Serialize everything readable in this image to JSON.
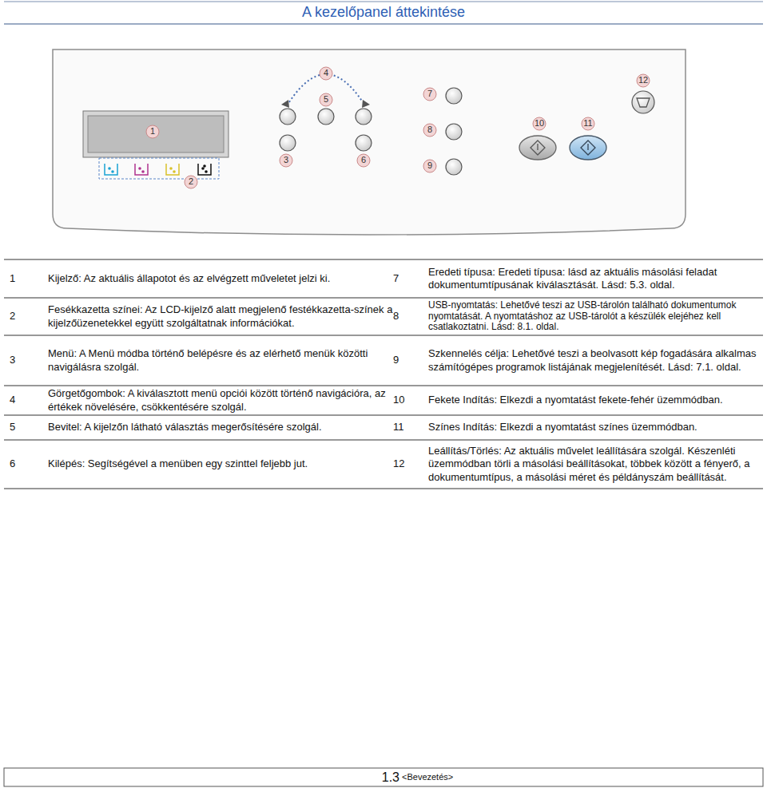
{
  "diagram": {
    "title": "A kezelőpanel áttekintése",
    "labels": [
      "4",
      "12",
      "5",
      "7",
      "1",
      "10",
      "11",
      "8",
      "3",
      "6",
      "9",
      "2",
      "1",
      "Kijelző: Az aktuális állapotot és az elvégzett műveletet jelzi ki.",
      "7",
      "Eredeti típusa: Eredeti típusa: lásd az aktuális másolási feladat dokumentumtípusának kiválasztását. Lásd: 5.3. oldal.",
      "2",
      "Fesékkazetta színei: Az LCD-kijelző alatt megjelenő festékkazetta-színek a kijelzőüzenetekkel együtt szolgáltatnak információkat.",
      "8",
      "USB-nyomtatás: Lehetővé teszi az USB-tárolón található dokumentumok nyomtatását. A nyomtatáshoz az USB-tárolót a készülék elejéhez kell csatlakoztatni. Lásd: 8.1. oldal.",
      "3",
      "Menü: A Menü módba történő belépésre és az elérhető menük közötti navigálásra szolgál.",
      "9",
      "Szkennelés célja: Lehetővé teszi a beolvasott kép fogadására alkalmas számítógépes programok listájának megjelenítését. Lásd: 7.1. oldal.",
      "4",
      "Görgetőgombok: A kiválasztott menü opciói között történő navigációra, az értékek növelésére, csökkentésére szolgál.",
      "10",
      "Fekete Indítás: Elkezdi a nyomtatást fekete-fehér üzemmódban.",
      "5",
      "Bevitel: A kijelzőn látható választás megerősítésére szolgál.",
      "11",
      "Színes Indítás: Elkezdi a nyomtatást színes üzemmódban.",
      "6",
      "Kilépés: Segítségével a menüben egy szinttel feljebb jut.",
      "12",
      "Leállítás/Törlés: Az aktuális művelet leállítására szolgál. Készenléti üzemmódban törli a másolási beállításokat, többek között a fényerő, a dokumentumtípus, a másolási méret és példányszám beállítását.",
      "1.3",
      "<Bevezetés>"
    ]
  }
}
